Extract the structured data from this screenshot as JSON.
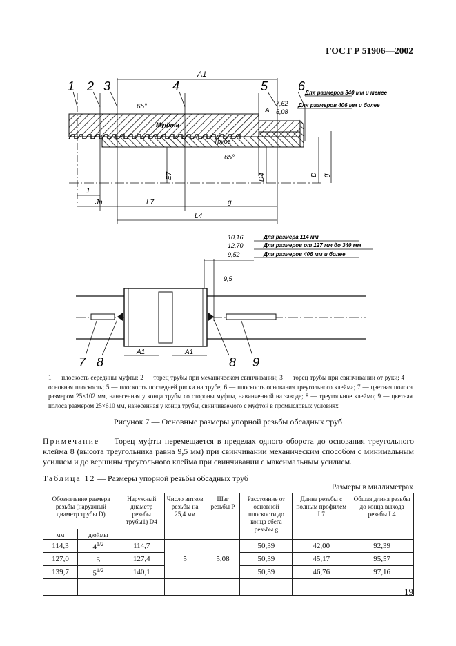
{
  "header": {
    "doc_id": "ГОСТ Р 51906—2002"
  },
  "figure_top": {
    "labels": {
      "n1": "1",
      "n2": "2",
      "n3": "3",
      "n4": "4",
      "n5": "5",
      "n6": "6",
      "a1": "A1",
      "angle_left": "65°",
      "angle_right": "65°",
      "coupling": "Муфта",
      "pipe": "Труба",
      "a": "A",
      "d762": "7,62",
      "d508": "5,08",
      "note340": "Для размеров 340 мм и менее",
      "note406": "Для размеров 406 мм и более",
      "e7": "E7",
      "d4": "D4",
      "d": "D",
      "g_side": "g",
      "j": "J",
      "jn": "Jn",
      "l7": "L7",
      "g": "g",
      "l4": "L4"
    }
  },
  "figure_bottom": {
    "labels": {
      "d1016": "10,16",
      "d1270": "12,70",
      "d952": "9,52",
      "d95": "9,5",
      "note114": "Для размера 114 мм",
      "note127": "Для размеров от 127 мм до 340 мм",
      "note406": "Для размеров 406 мм и более",
      "a1_left": "A1",
      "a1_right": "A1",
      "n7": "7",
      "n8a": "8",
      "n8b": "8",
      "n9": "9"
    }
  },
  "legend": "1 — плоскость середины муфты; 2 — торец трубы при механическом свинчивании; 3 — торец трубы при свинчивании от руки; 4 — основная плоскость; 5 — плоскость последней риски на трубе; 6 — плоскость основания треугольного клейма; 7 — цветная полоса размером 25×102 мм, нанесенная у конца трубы со стороны муфты, навинченной на заводе; 8 — треугольное клеймо; 9 — цветная полоса размером 25×610 мм, нанесенная у конца трубы, свинчиваемого с муфтой в промысловых условиях",
  "caption": "Рисунок 7 — Основные размеры упорной резьбы обсадных труб",
  "note": {
    "label": "Примечание",
    "text": " — Торец муфты перемещается в пределах одного оборота до основания треугольного клейма 8 (высота треугольника равна 9,5 мм) при свинчивании механическим способом с минимальным усилием и до вершины треугольного клейма при свинчивании с максимальным усилием."
  },
  "table": {
    "label": "Таблица 12",
    "title": " — Размеры упорной резьбы обсадных труб",
    "units": "Размеры в миллиметрах",
    "headers": {
      "designation": "Обозначение размера резьбы (наружный диаметр трубы D)",
      "outer_diam": "Наружный диаметр резьбы трубы1) D4",
      "turns": "Число витков резьбы на 25,4 мм",
      "pitch": "Шаг резьбы P",
      "distance": "Расстояние от основной плоскости до конца сбега резьбы g",
      "length_full": "Длина резьбы с полным профилем L7",
      "length_total": "Общая длина резьбы до конца выхода резьбы L4",
      "mm": "мм",
      "inch": "дюймы"
    },
    "shared": {
      "turns": "5",
      "pitch": "5,08"
    },
    "rows": [
      {
        "mm": "114,3",
        "inch_whole": "4",
        "inch_frac": "1/2",
        "d4": "114,7",
        "g": "50,39",
        "l7": "42,00",
        "l4": "92,39"
      },
      {
        "mm": "127,0",
        "inch_whole": "5",
        "inch_frac": "",
        "d4": "127,4",
        "g": "50,39",
        "l7": "45,17",
        "l4": "95,57"
      },
      {
        "mm": "139,7",
        "inch_whole": "5",
        "inch_frac": "1/2",
        "d4": "140,1",
        "g": "50,39",
        "l7": "46,76",
        "l4": "97,16"
      }
    ]
  },
  "page_number": "19"
}
